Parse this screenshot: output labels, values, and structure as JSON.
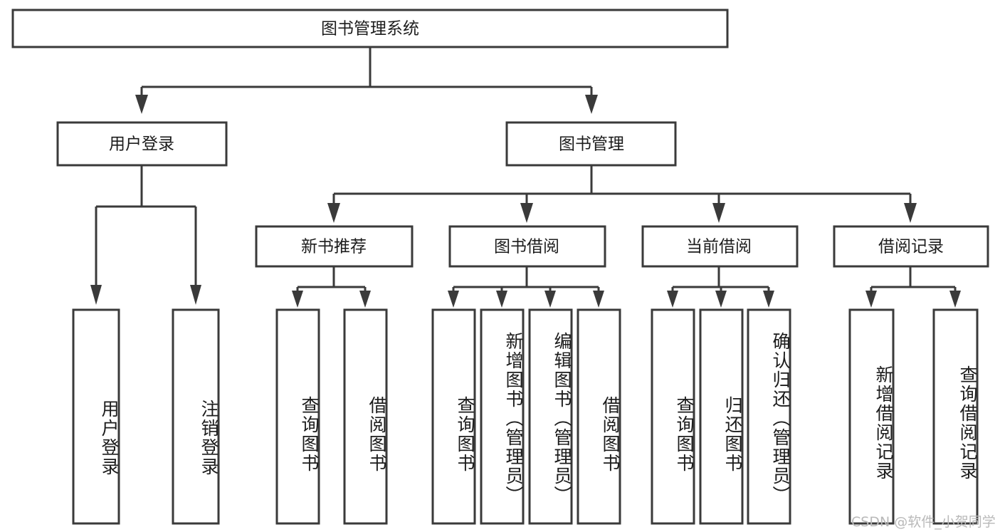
{
  "diagram": {
    "title": "图书管理系统",
    "type": "tree-hierarchy-chart",
    "root": {
      "label": "图书管理系统"
    },
    "level1": [
      {
        "label": "用户登录"
      },
      {
        "label": "图书管理"
      }
    ],
    "level2": [
      {
        "label": "新书推荐"
      },
      {
        "label": "图书借阅"
      },
      {
        "label": "当前借阅"
      },
      {
        "label": "借阅记录"
      }
    ],
    "leaves": {
      "user_login": [
        {
          "label": "用户登录"
        },
        {
          "label": "注销登录"
        }
      ],
      "new_book_recommend": [
        {
          "label": "查询图书"
        },
        {
          "label": "借阅图书"
        }
      ],
      "book_borrow": [
        {
          "label": "查询图书"
        },
        {
          "label": "新增图书（管理员）"
        },
        {
          "label": "编辑图书（管理员）"
        },
        {
          "label": "借阅图书"
        }
      ],
      "current_borrow": [
        {
          "label": "查询图书"
        },
        {
          "label": "归还图书"
        },
        {
          "label": "确认归还（管理员）"
        }
      ],
      "borrow_record": [
        {
          "label": "新增借阅记录"
        },
        {
          "label": "查询借阅记录"
        }
      ]
    }
  },
  "watermark": {
    "text": "CSDN @软件_小贺同学"
  },
  "colors": {
    "stroke": "#3a3a3a",
    "fill": "#ffffff",
    "text": "#1c1c1c",
    "watermark": "#b9b9b9"
  }
}
